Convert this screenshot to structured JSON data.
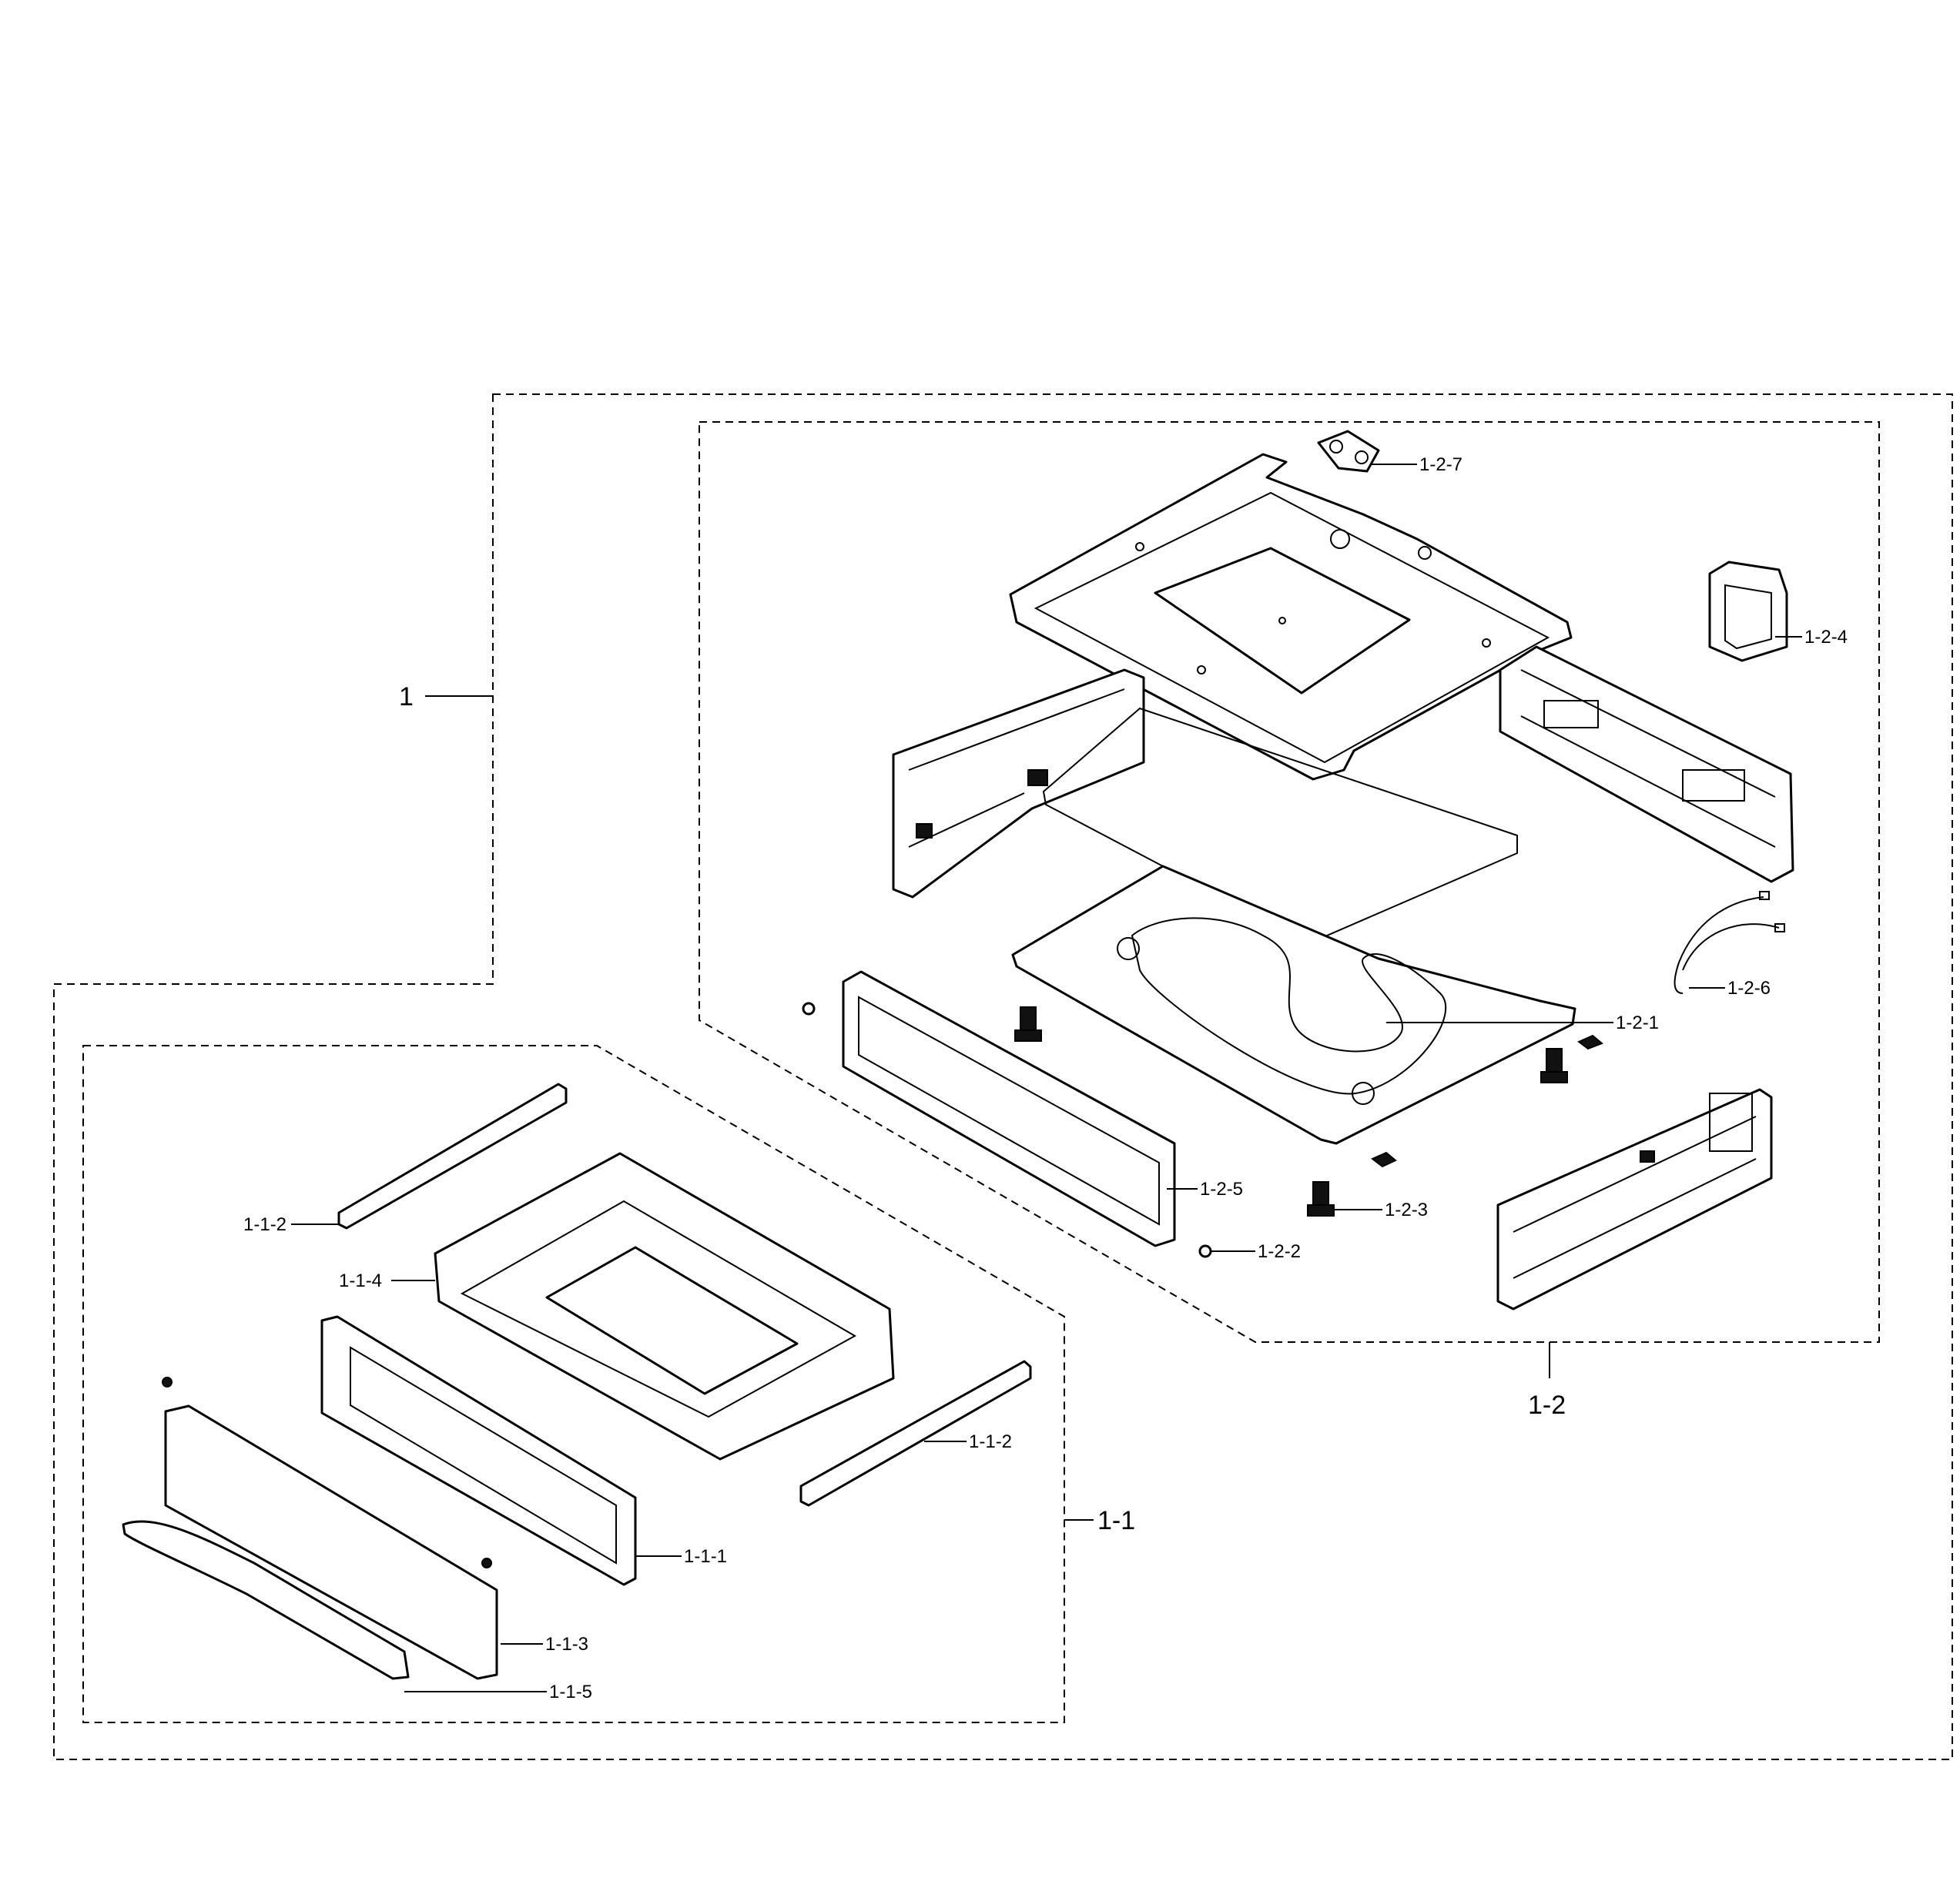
{
  "labels": {
    "assembly_1": "1",
    "assembly_1_1": "1-1",
    "assembly_1_2": "1-2",
    "part_1_1_1": "1-1-1",
    "part_1_1_2_left": "1-1-2",
    "part_1_1_2_right": "1-1-2",
    "part_1_1_3": "1-1-3",
    "part_1_1_4": "1-1-4",
    "part_1_1_5": "1-1-5",
    "part_1_2_1": "1-2-1",
    "part_1_2_2": "1-2-2",
    "part_1_2_3": "1-2-3",
    "part_1_2_4": "1-2-4",
    "part_1_2_5": "1-2-5",
    "part_1_2_6": "1-2-6",
    "part_1_2_7": "1-2-7"
  }
}
